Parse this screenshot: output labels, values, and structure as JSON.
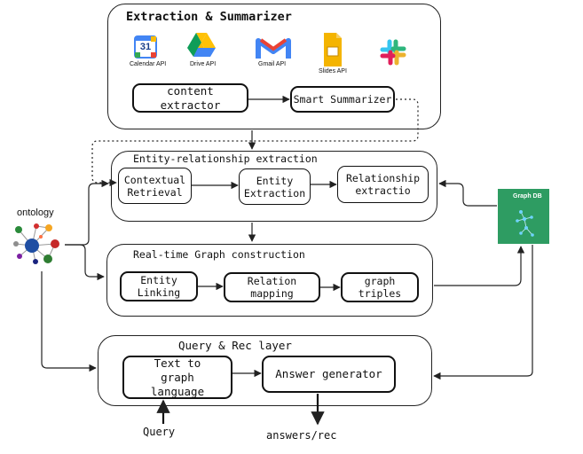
{
  "extraction": {
    "title": "Extraction & Summarizer",
    "apis": [
      {
        "label": "Calendar API",
        "icon": "calendar-icon"
      },
      {
        "label": "Drive API",
        "icon": "drive-icon"
      },
      {
        "label": "Gmail API",
        "icon": "gmail-icon"
      },
      {
        "label": "Slides API",
        "icon": "slides-icon"
      },
      {
        "label": "",
        "icon": "slack-icon"
      }
    ],
    "calendar_day": "31",
    "content_extractor": "content extractor",
    "smart_summarizer": "Smart Summarizer"
  },
  "er": {
    "title": "Entity-relationship extraction",
    "contextual_retrieval": "Contextual Retrieval",
    "entity_extraction": "Entity Extraction",
    "relationship_extraction": "Relationship extractio"
  },
  "graph": {
    "title": "Real-time Graph construction",
    "entity_linking": "Entity Linking",
    "relation_mapping": "Relation mapping",
    "graph_triples": "graph triples"
  },
  "query": {
    "title": "Query & Rec layer",
    "text_to_graph": "Text to graph language",
    "answer_generator": "Answer generator",
    "query_label": "Query",
    "answers_label": "answers/rec"
  },
  "ontology": {
    "label": "ontology"
  },
  "graphdb": {
    "label": "Graph DB",
    "color": "#2e9c62"
  }
}
